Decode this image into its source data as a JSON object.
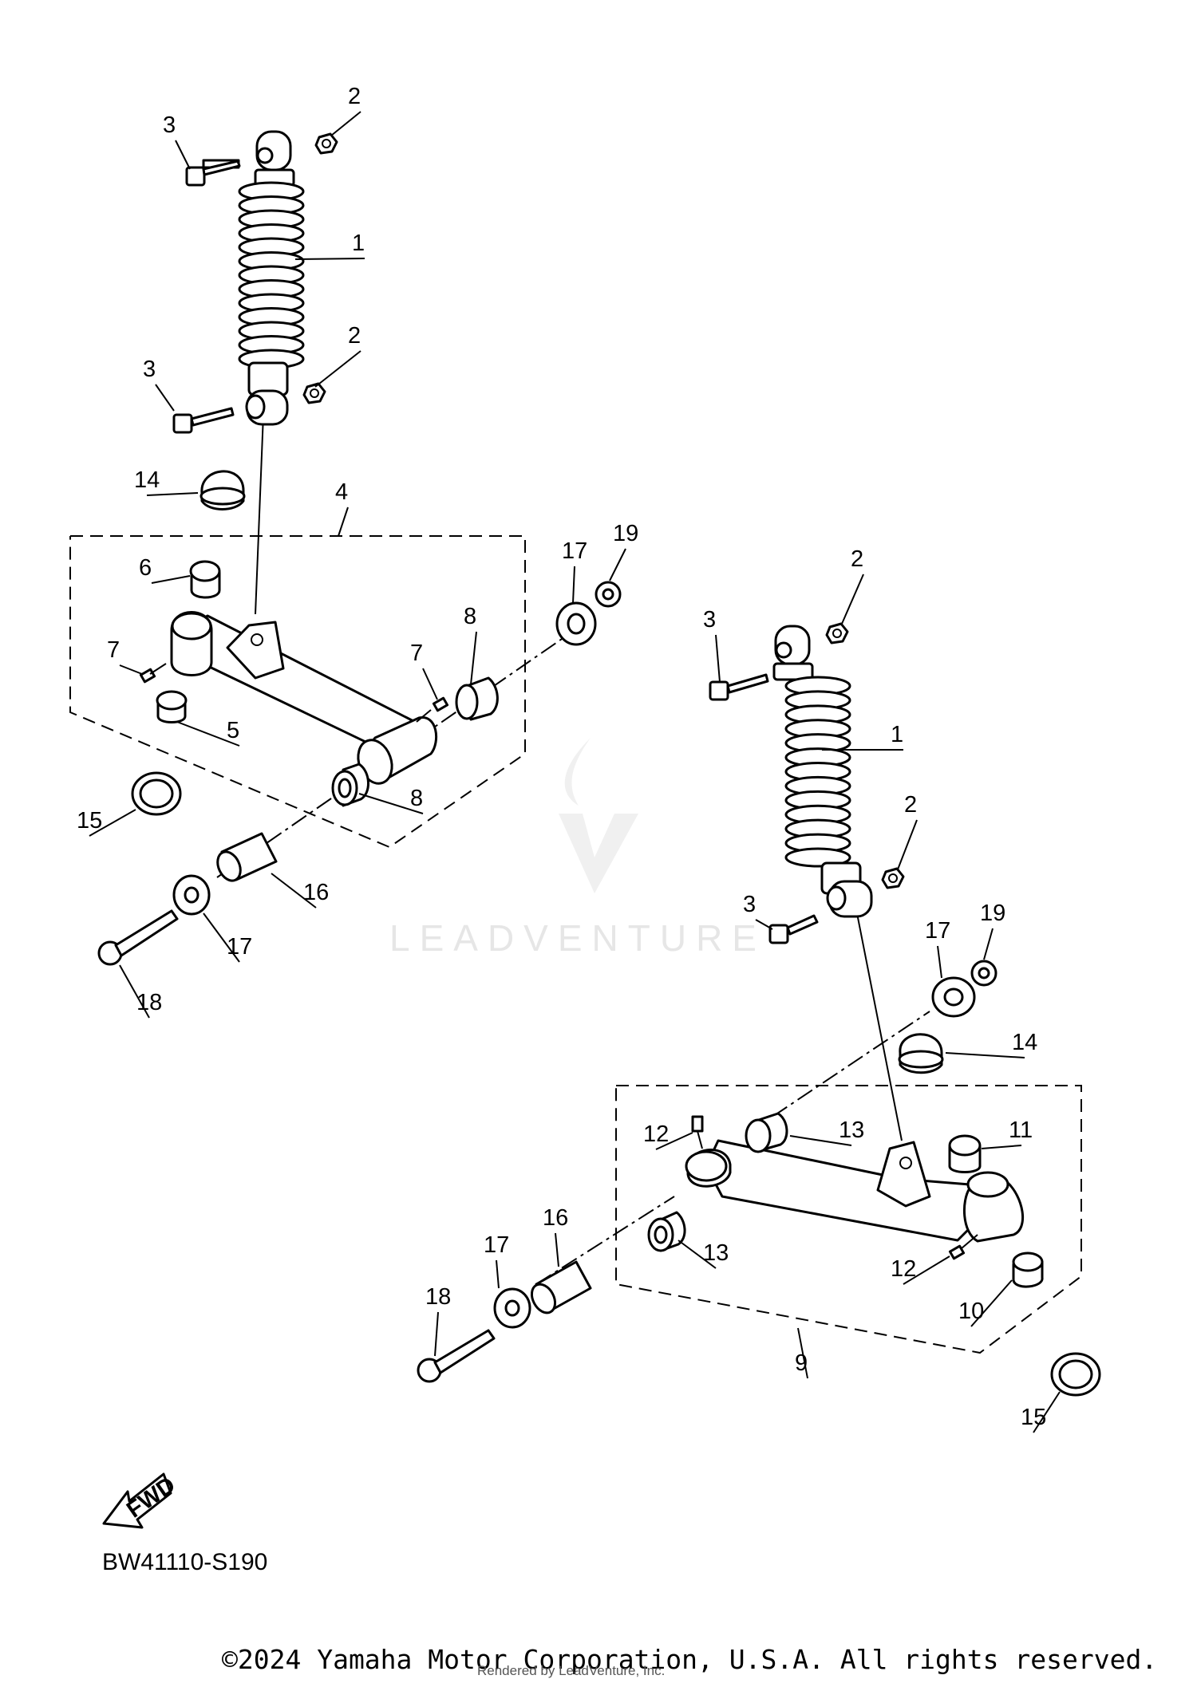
{
  "diagram_code": "BW41110-S190",
  "fwd_label": "FWD",
  "copyright": "©2024 Yamaha Motor Corporation, U.S.A. All rights reserved.",
  "rendered_by": "Rendered by LeadVenture, Inc.",
  "watermark": "LEADVENTURE",
  "callouts_left": [
    "3",
    "2",
    "1",
    "3",
    "2",
    "14",
    "4",
    "6",
    "7",
    "7",
    "8",
    "17",
    "19",
    "5",
    "8",
    "15",
    "16",
    "17",
    "18"
  ],
  "callouts_right": [
    "2",
    "3",
    "1",
    "2",
    "3",
    "17",
    "19",
    "14",
    "12",
    "13",
    "11",
    "13",
    "12",
    "16",
    "17",
    "10",
    "18",
    "9",
    "15"
  ]
}
